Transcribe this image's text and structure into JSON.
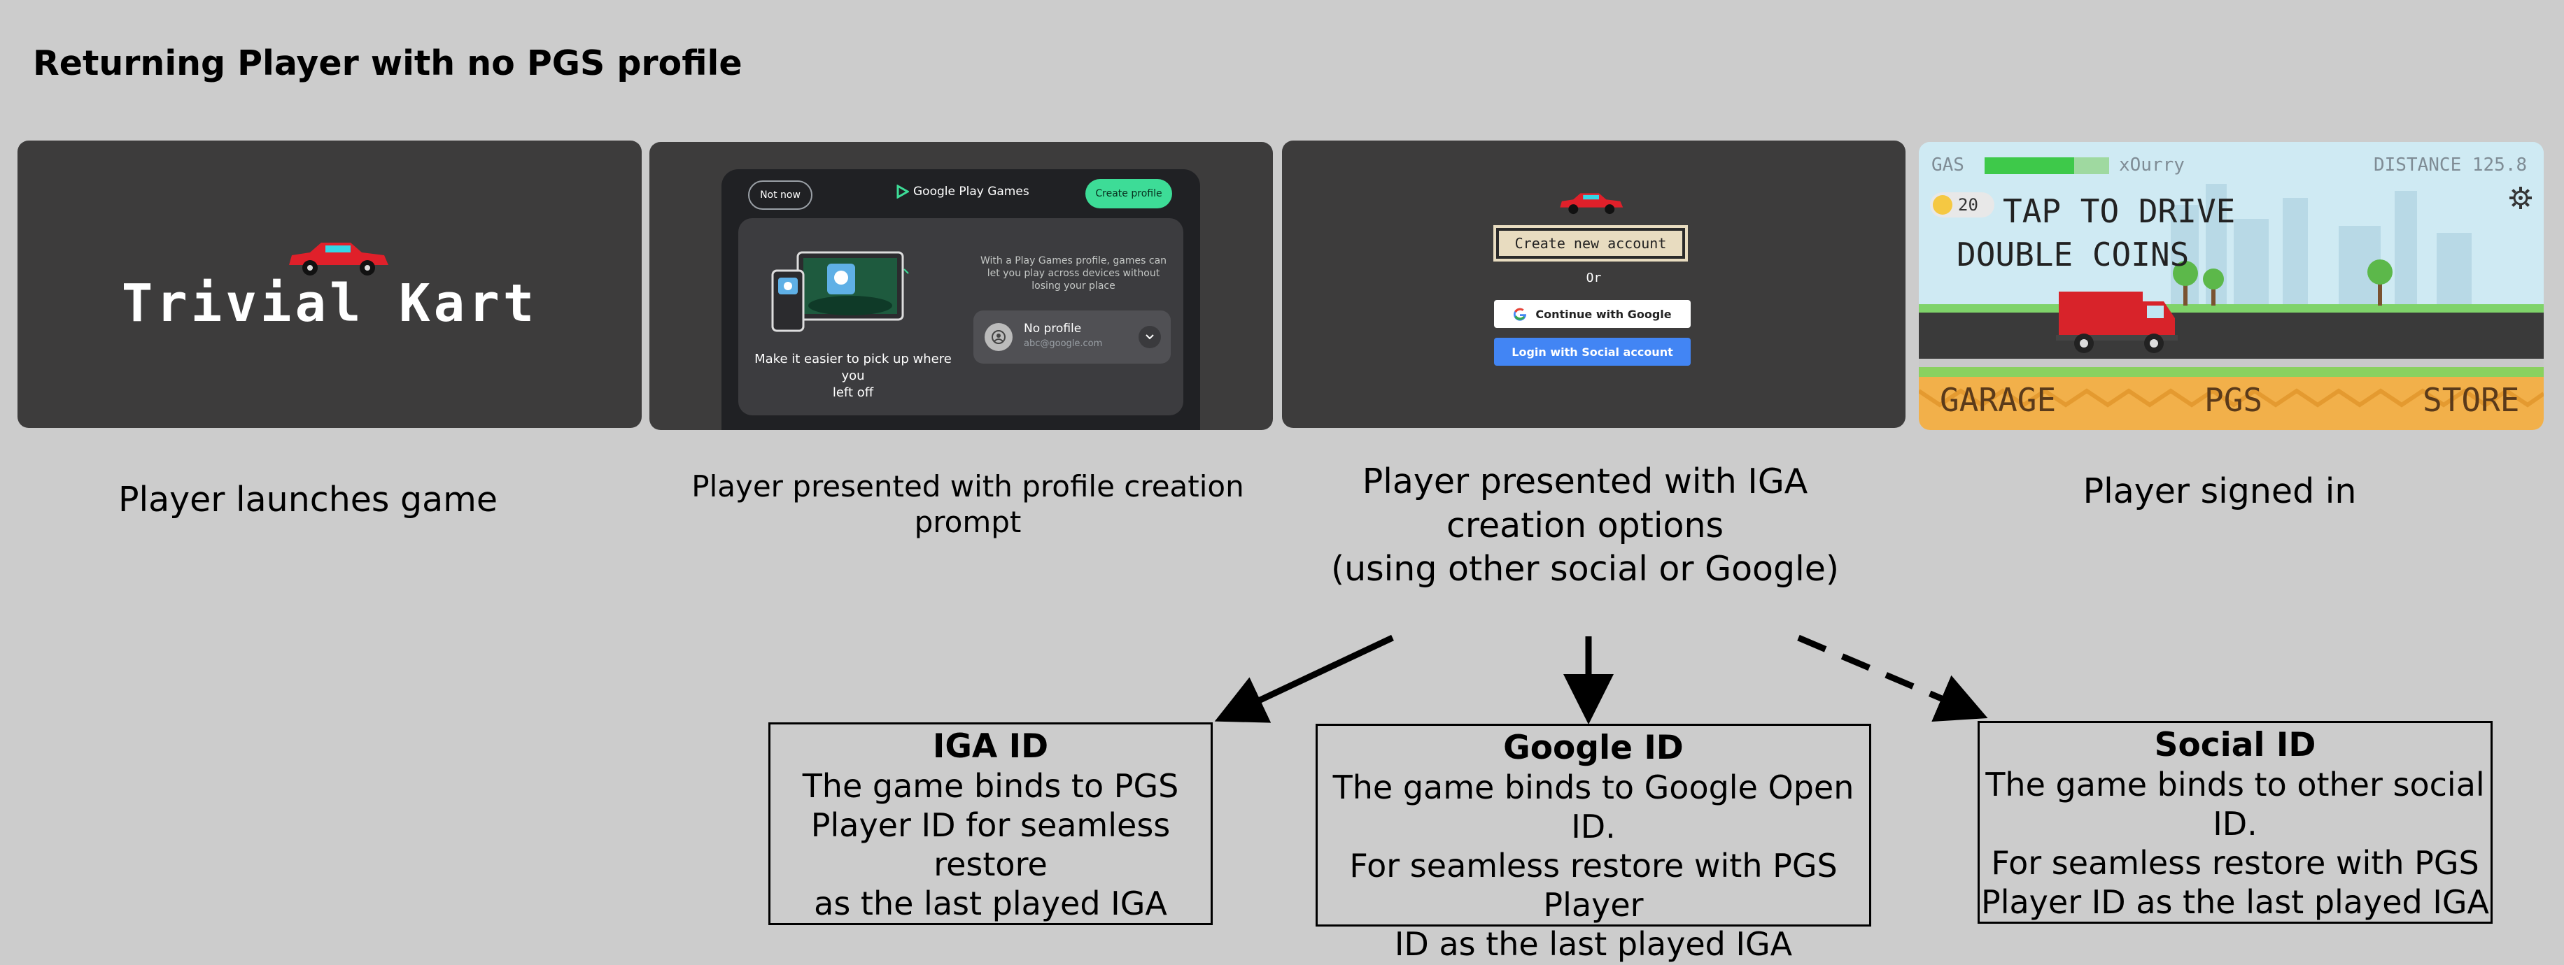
{
  "page_title": "Returning Player with no PGS profile",
  "steps": [
    {
      "caption": "Player launches game"
    },
    {
      "caption_lines": [
        "Player presented with profile creation",
        "prompt"
      ]
    },
    {
      "caption_lines": [
        "Player presented with IGA",
        "creation options",
        "(using other social or Google)"
      ]
    },
    {
      "caption": "Player signed in"
    }
  ],
  "screen1": {
    "game_title": "Trivial Kart"
  },
  "screen2": {
    "not_now": "Not now",
    "brand": "Google Play Games",
    "create_profile": "Create profile",
    "description": "With a Play Games profile, games can let you play across devices without losing your place",
    "caption_lines": [
      "Make it easier to pick up where you",
      "left off"
    ],
    "profile_name": "No profile",
    "profile_email": "abc@google.com"
  },
  "screen3": {
    "create_account": "Create new account",
    "or": "Or",
    "continue_google": "Continue with Google",
    "login_social": "Login with Social account"
  },
  "screen4": {
    "gas_label": "GAS",
    "gas_level": 0.72,
    "player_name": "xOurry",
    "distance": "DISTANCE 125.8",
    "coins": "20",
    "banner_line1": "TAP TO DRIVE",
    "banner_line2": "DOUBLE COINS",
    "menu": [
      "GARAGE",
      "PGS",
      "STORE"
    ]
  },
  "id_boxes": [
    {
      "heading": "IGA ID",
      "lines": [
        "The game binds to PGS",
        "Player ID for seamless restore",
        "as the last played IGA"
      ]
    },
    {
      "heading": "Google ID",
      "lines": [
        "The game binds to Google Open ID.",
        "For seamless restore with PGS Player",
        "ID as the last played IGA"
      ]
    },
    {
      "heading": "Social ID",
      "lines": [
        "The game binds to other social ID.",
        "For seamless restore with PGS",
        "Player ID as the last played IGA"
      ]
    }
  ],
  "colors": {
    "background": "#cccccc",
    "panel": "#3d3c3c",
    "accent_green": "#3ddc97",
    "accent_blue": "#4285f4",
    "kart_red": "#e0202a"
  }
}
